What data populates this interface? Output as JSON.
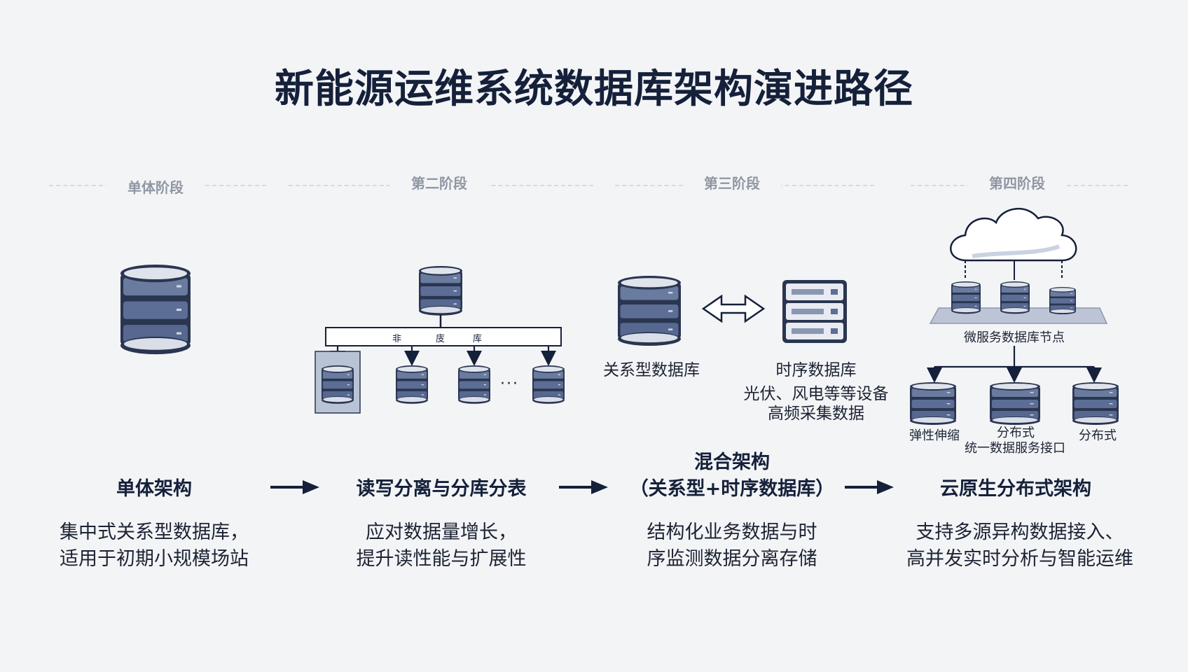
{
  "title": "新能源运维系统数据库架构演进路径",
  "stages": [
    {
      "label": "单体阶段",
      "arch": "单体架构",
      "desc": [
        "集中式关系型数据库，",
        "适用于初期小规模场站"
      ]
    },
    {
      "label": "第二阶段",
      "arch": "读写分离与分库分表",
      "desc": [
        "应对数据量增长，",
        "提升读性能与扩展性"
      ],
      "router_chars": [
        "非",
        "庋",
        "库"
      ],
      "ellipsis": "···"
    },
    {
      "label": "第三阶段",
      "arch_line1": "混合架构",
      "arch_line2": "（关系型+时序数据库）",
      "desc": [
        "结构化业务数据与时",
        "序监测数据分离存储"
      ],
      "relational_label": "关系型数据库",
      "timeseries_label": "时序数据库",
      "timeseries_sub": [
        "光伏、风电等等设备",
        "高频采集数据"
      ]
    },
    {
      "label": "第四阶段",
      "arch": "云原生分布式架构",
      "desc": [
        "支持多源异构数据接入、",
        "高并发实时分析与智能运维"
      ],
      "platform_label": "微服务数据库节点",
      "node_labels": [
        "弹性伸缩",
        "分布式",
        "统一数据服务接口",
        "分布式"
      ]
    }
  ],
  "colors": {
    "navy": "#15203a",
    "db_band": "#5c6e95",
    "db_top": "#dfe3ec",
    "platform": "#bcc4d6"
  }
}
